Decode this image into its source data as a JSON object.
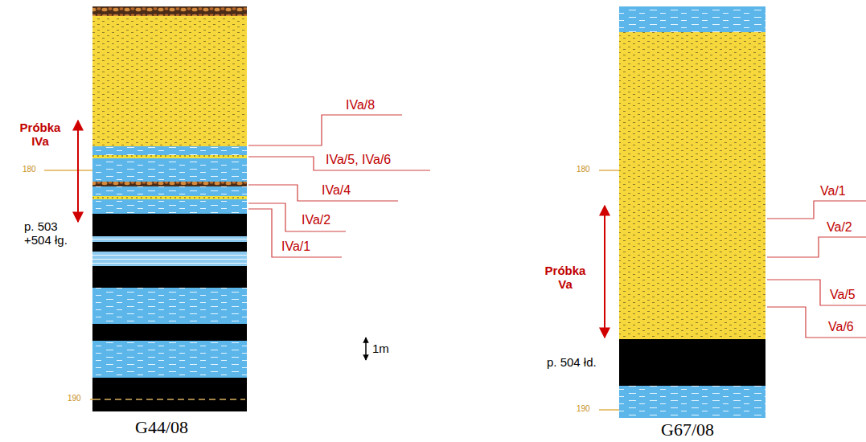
{
  "diagram": {
    "labels": [
      "Próbka IVa",
      "180",
      "p. 503 +504 łg.",
      "IVa/8",
      "IVa/5, IVa/6",
      "IVa/4",
      "IVa/2",
      "IVa/1",
      "1m",
      "190",
      "G44/08",
      "180",
      "Va/1",
      "Va/2",
      "Próbka Va",
      "Va/5",
      "Va/6",
      "p. 504 łd.",
      "190",
      "G67/08"
    ]
  }
}
